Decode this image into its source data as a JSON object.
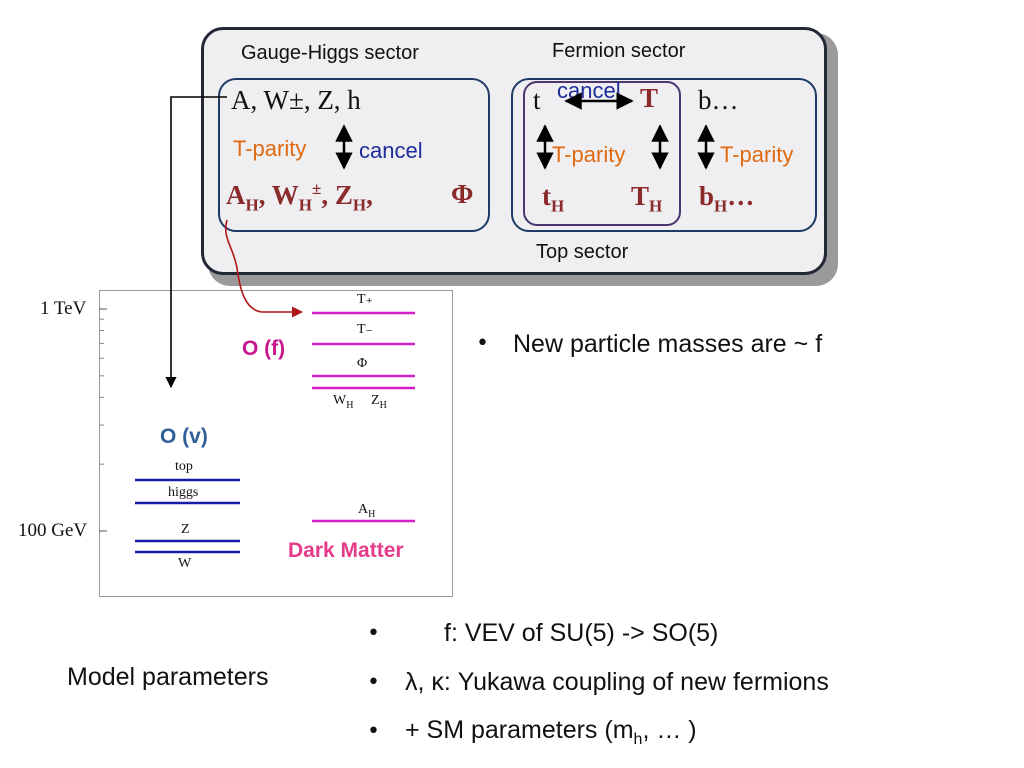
{
  "sector_titles": {
    "gauge_higgs": "Gauge-Higgs sector",
    "fermion": "Fermion sector",
    "top": "Top sector"
  },
  "gauge": {
    "sm_row": "A,   W±,   Z,    h",
    "parity": "T-parity",
    "cancel": "cancel",
    "heavy": {
      "a": "A",
      "a_sub": "H",
      "sep1": ",",
      "w": " W",
      "w_sub": "H",
      "w_sup": "±",
      "sep2": ",",
      "z": " Z",
      "z_sub": "H",
      "sep3": ",",
      "phi": "Φ"
    }
  },
  "fermion": {
    "t": "t",
    "cancel": "cancel",
    "T": "T",
    "b": "b…",
    "parity_top": "T-parity",
    "parity_b": "T-parity",
    "tH": "t",
    "tH_sub": "H",
    "TH": "T",
    "TH_sub": "H",
    "bH": "b",
    "bH_sub": "H",
    "bH_dots": "…"
  },
  "mass_plot": {
    "axis": {
      "top": "1 TeV",
      "bottom": "100 GeV"
    },
    "o_f": "O (f)",
    "o_v": "O (v)",
    "dark_matter": "Dark Matter",
    "levels_f": {
      "Tplus": "T₊",
      "Tminus": "T₋",
      "phi": "Φ",
      "wh": "W",
      "wh_sub": "H",
      "zh": "Z",
      "zh_sub": "H",
      "ah": "A",
      "ah_sub": "H"
    },
    "levels_v": [
      "top",
      "higgs",
      "Z",
      "W"
    ]
  },
  "bullets": {
    "masses": "New particle masses are ~ f",
    "model_label": "Model parameters",
    "items": [
      "f: VEV of SU(5) -> SO(5)",
      "λ, κ: Yukawa coupling of new fermions"
    ],
    "sm_params_pre": "+ SM parameters (m",
    "sm_params_sub": "h",
    "sm_params_post": ", … )"
  },
  "colors": {
    "heavy_red": "#8b2a2a",
    "parity_orange": "#e06a10",
    "cancel_blue": "#1f2d9a",
    "level_magenta": "#d21ec8",
    "level_blue": "#1a1aa8",
    "o_f_magenta": "#c8168c",
    "o_v_blue": "#2e5f9a",
    "dark_matter_pink": "#e63a8a"
  }
}
